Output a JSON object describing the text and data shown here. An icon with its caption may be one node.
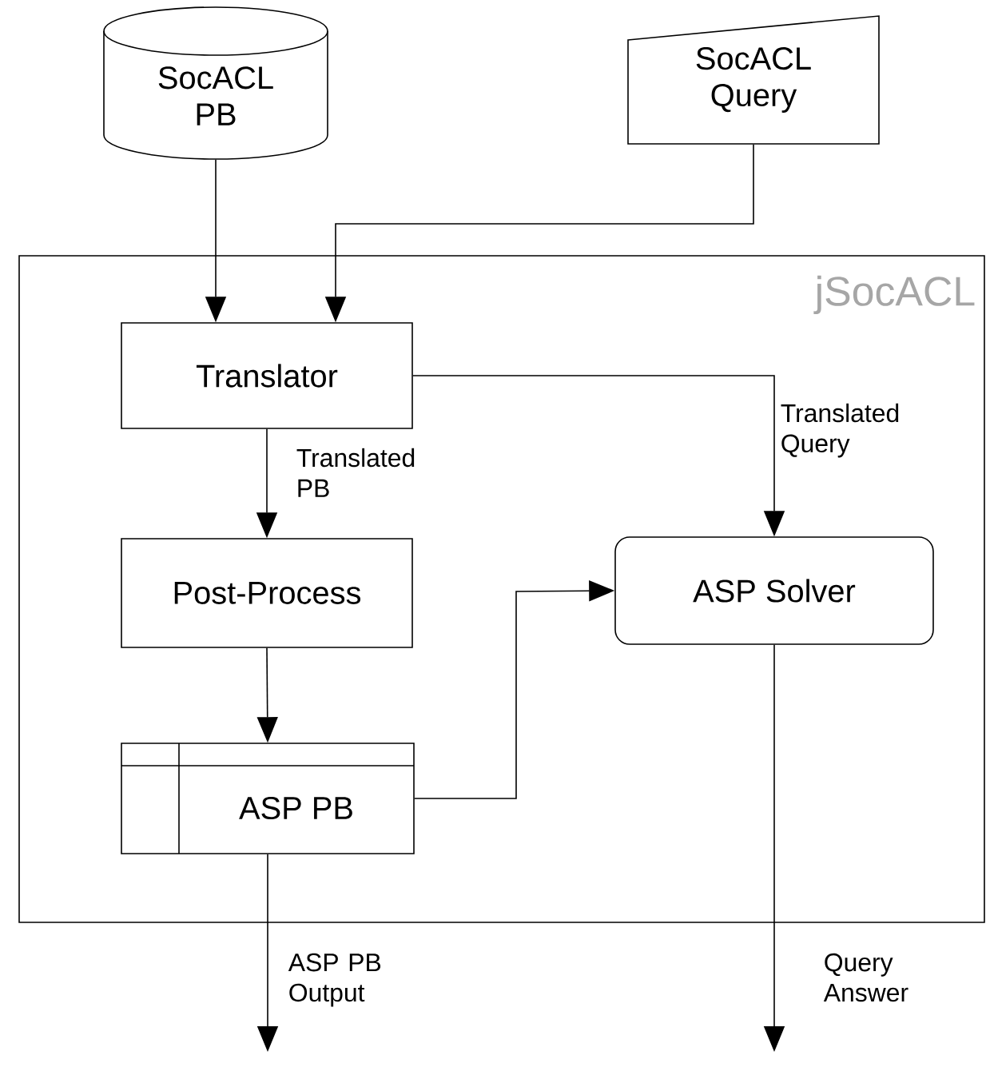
{
  "diagram": {
    "nodes": [
      {
        "text": [
          "SocACL PB"
        ]
      },
      {
        "text": [
          "SocACL Query"
        ]
      },
      {
        "text": [
          "jSocACL"
        ]
      },
      {
        "text": [
          "Translator"
        ],
        "in": 2
      },
      {
        "text": [
          "Post-Process"
        ],
        "in": 2
      },
      {
        "text": [
          "ASP PB"
        ],
        "in": 2
      },
      {
        "text": [
          "ASP Solver"
        ],
        "in": 2
      }
    ],
    "edges": [
      {
        "from": 0,
        "to": 3,
        "arrow": "to"
      },
      {
        "from": 1,
        "to": 3,
        "arrow": "to"
      },
      {
        "from": 3,
        "to": 4,
        "arrow": "to",
        "label": "Translated PB"
      },
      {
        "from": 3,
        "to": 6,
        "arrow": "to",
        "label": "Translated Query"
      },
      {
        "from": 4,
        "to": 5,
        "arrow": "to"
      },
      {
        "from": 5,
        "to": 6,
        "arrow": "to"
      },
      {
        "from": 5,
        "to": null,
        "arrow": "to",
        "label": "ASP PB Output"
      },
      {
        "from": 6,
        "to": null,
        "arrow": "to",
        "label": "Query Answer"
      }
    ]
  }
}
